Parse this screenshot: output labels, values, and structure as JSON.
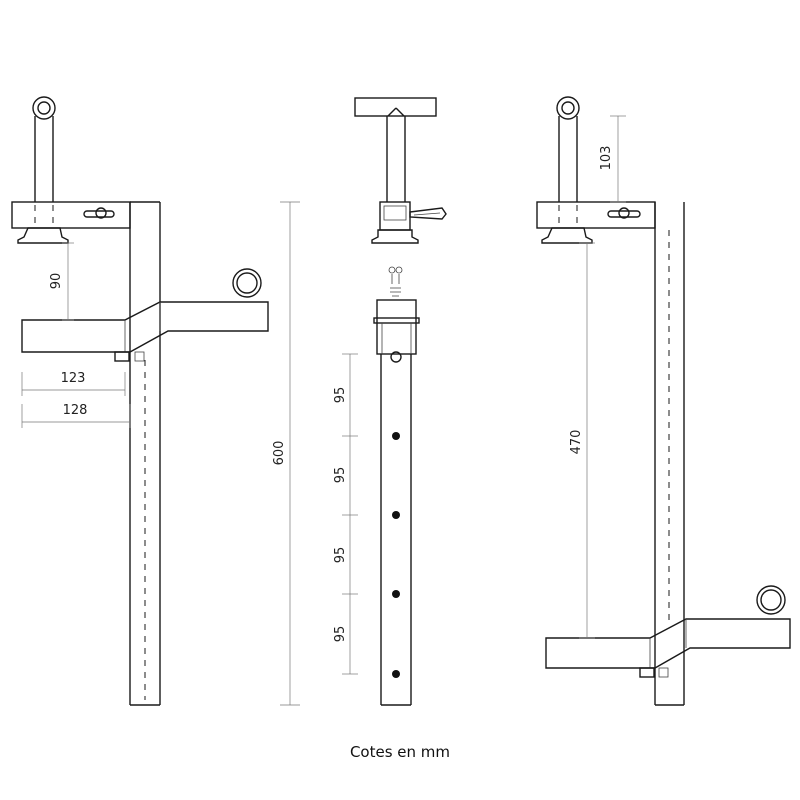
{
  "caption": "Cotes en mm",
  "dimensions": {
    "left_height": "90",
    "left_width_a": "123",
    "left_width_b": "128",
    "overall_height": "600",
    "hole_spacing": [
      "95",
      "95",
      "95",
      "95"
    ],
    "right_top": "103",
    "right_mid": "470"
  }
}
